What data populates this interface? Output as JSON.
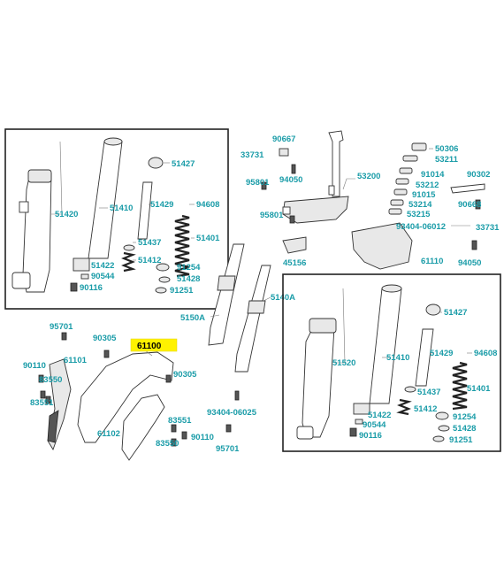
{
  "labels": {
    "l90667": "90667",
    "l33731a": "33731",
    "l94050a": "94050",
    "l95801a": "95801",
    "l53200": "53200",
    "l95801b": "95801",
    "l50306": "50306",
    "l53211": "53211",
    "l91014": "91014",
    "l53212": "53212",
    "l91015": "91015",
    "l53214": "53214",
    "l53215": "53215",
    "l90302": "90302",
    "l90668": "90668",
    "l93404a": "93404-06012",
    "l33731b": "33731",
    "l45156": "45156",
    "l61110": "61110",
    "l94050b": "94050",
    "l5150A": "5150A",
    "l5140A": "5140A",
    "b1_51427": "51427",
    "b1_51420": "51420",
    "b1_51410": "51410",
    "b1_51429": "51429",
    "b1_94608": "94608",
    "b1_51401": "51401",
    "b1_51437": "51437",
    "b1_51412": "51412",
    "b1_51422": "51422",
    "b1_91254": "91254",
    "b1_90544": "90544",
    "b1_51428": "51428",
    "b1_90116": "90116",
    "b1_91251": "91251",
    "b2_51427": "51427",
    "b2_51520": "51520",
    "b2_51410": "51410",
    "b2_51429": "51429",
    "b2_94608": "94608",
    "b2_51401": "51401",
    "b2_51437": "51437",
    "b2_51412": "51412",
    "b2_51422": "51422",
    "b2_91254": "91254",
    "b2_90544": "90544",
    "b2_51428": "51428",
    "b2_90116": "90116",
    "b2_91251": "91251",
    "f_95701a": "95701",
    "f_90305a": "90305",
    "f_61100": "61100",
    "f_90110a": "90110",
    "f_61101": "61101",
    "f_83550a": "83550",
    "f_83551a": "83551",
    "f_90305b": "90305",
    "f_93404b": "93404-06025",
    "f_83551b": "83551",
    "f_61102": "61102",
    "f_90110b": "90110",
    "f_83550b": "83550",
    "f_95701b": "95701"
  },
  "colors": {
    "label": "#1a9ca8",
    "highlight": "#fff200",
    "line": "#222222"
  }
}
